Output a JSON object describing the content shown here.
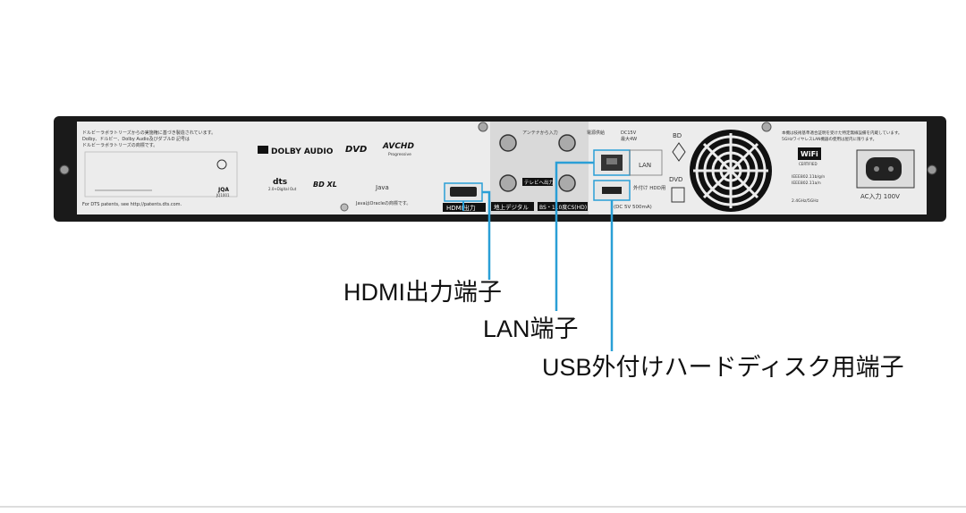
{
  "device": {
    "top_notes": [
      "ドルビーラボラトリーズからの実施権に基づき製造されています。",
      "Dolby、ドルビー、Dolby Audio及びダブルD 記号は",
      "ドルビーラボラトリーズの商標です。"
    ],
    "dts_patents": "For DTS patents, see http://patents.dts.com.",
    "logos": {
      "dolby": "DOLBY AUDIO",
      "dvd": "DVD",
      "avchd": "AVCHD",
      "avchd_sub": "Progressive",
      "dts": "dts",
      "dts_sub": "2.0+Digital Out",
      "bdxl": "BD XL",
      "java": "Java",
      "java_note": "JavaはOracleの商標です。",
      "jqa": "JQA",
      "jqa_code": "JQ1001"
    },
    "tuner_notes": {
      "antenna_out": "アンテナから入力",
      "power_out": "電源供給",
      "dc": "DC15V",
      "ma": "最大4W",
      "tv_out": "テレビへ出力"
    },
    "labels": {
      "hdmi": "HDMI出力",
      "terrestrial": "地上デジタル",
      "bscs": "BS・110度CS(HD)",
      "bd": "BD",
      "lan": "LAN",
      "dvd": "DVD",
      "hdd": "外付け HDD用",
      "hdd_power": "(DC 5V 500mA)",
      "ac": "AC入力 100V"
    },
    "right_notes": [
      "本機は技術基準適合証明を受けた特定無線設備を内蔵しています。",
      "5GHzワイヤレスLAN機器の使用は屋内に限ります。"
    ],
    "wifi": {
      "logo": "WiFi",
      "sub": "CERTIFIED",
      "specs": [
        "IEEE802.11b/g/n",
        "IEEE802.11a/n",
        "2.4GHz/5GHz"
      ]
    }
  },
  "callouts": {
    "hdmi": "HDMI出力端子",
    "lan": "LAN端子",
    "usb": "USB外付けハードディスク用端子"
  },
  "colors": {
    "accent": "#2a9fd6",
    "panel": "#ebebeb",
    "frame": "#1a1a1a"
  }
}
